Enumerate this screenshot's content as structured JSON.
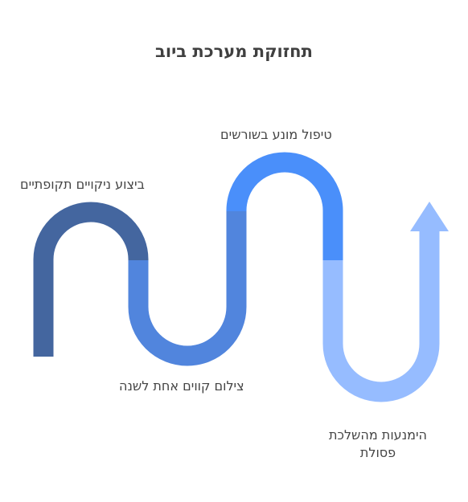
{
  "title": "תחזוקת מערכת ביוב",
  "steps": [
    {
      "label": "טיפול מונע בשורשים",
      "color": "#4a8ffa"
    },
    {
      "label": "ביצוע ניקויים תקופתיים",
      "color": "#44669f"
    },
    {
      "label": "צילום קווים אחת לשנה",
      "color": "#5185dd"
    },
    {
      "label": "הימנעות מהשלכת פסולת",
      "color": "#96bcff"
    }
  ],
  "colors": {
    "segment_dark": "#44669f",
    "segment_mid": "#5185dd",
    "segment_bright": "#4a8ffa",
    "segment_light": "#96bcff",
    "title_text": "#404040",
    "label_text": "#444444"
  },
  "icons": {
    "arrow_head": "arrow-up-icon"
  }
}
